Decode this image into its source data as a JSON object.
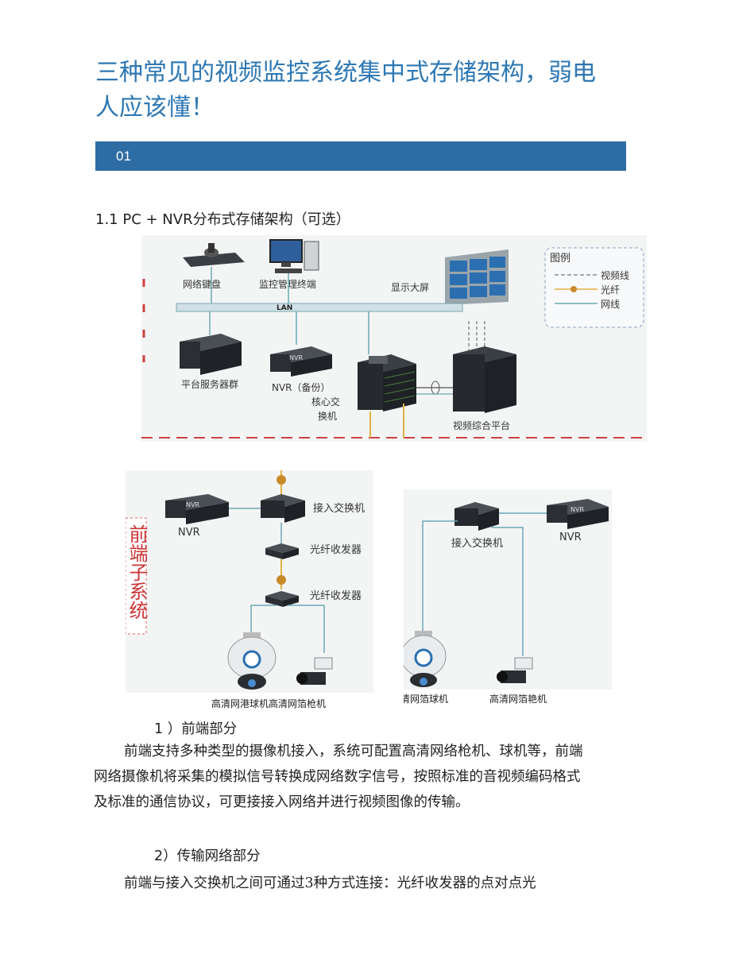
{
  "title": "三种常见的视频监控系统集中式存储架构，弱电人应该懂！",
  "section": {
    "number": "01"
  },
  "subheading": "1.1 PC + NVR分布式存储架构（可选）",
  "diagram_top": {
    "labels": {
      "keyboard": "网络键盘",
      "terminal": "监控管理终端",
      "big_screen": "显示大屏",
      "lan": "LAN",
      "server_group": "平台服务器群",
      "nvr_box": "NVR",
      "nvr_backup": "NVR（备份）",
      "core_switch_1": "核心交",
      "core_switch_2": "换机",
      "video_platform": "视频综合平台"
    },
    "legend": {
      "title": "图例",
      "video_line": "视频线",
      "fiber": "光纤",
      "network": "网线"
    }
  },
  "diagram_left": {
    "labels": {
      "nvr_box": "NVR",
      "nvr": "NVR",
      "access_switch": "接入交换机",
      "transceiver_1": "光纤收发器",
      "transceiver_2": "光纤收发器",
      "side_label": "前端子系统",
      "caption": "高清网港球机高清网箔枪机"
    }
  },
  "diagram_right": {
    "labels": {
      "access_switch": "接入交换机",
      "nvr_box": "NVR",
      "nvr": "NVR",
      "caption_ball": "高清网箔球机",
      "caption_gun": "高清网箔艳机"
    }
  },
  "item1": {
    "heading": "1 ）前端部分"
  },
  "para1": "前端支持多种类型的摄像机接入，系统可配置高清网络枪机、球机等，前端网络摄像机将采集的模拟信号转换成网络数字信号，按照标准的音视频编码格式及标准的通信协议，可更接接入网络并进行视频图像的传输。",
  "item2": {
    "heading": "2）传输网络部分"
  },
  "para2": "前端与接入交换机之间可通过3种方式连接：光纤收发器的点对点光"
}
